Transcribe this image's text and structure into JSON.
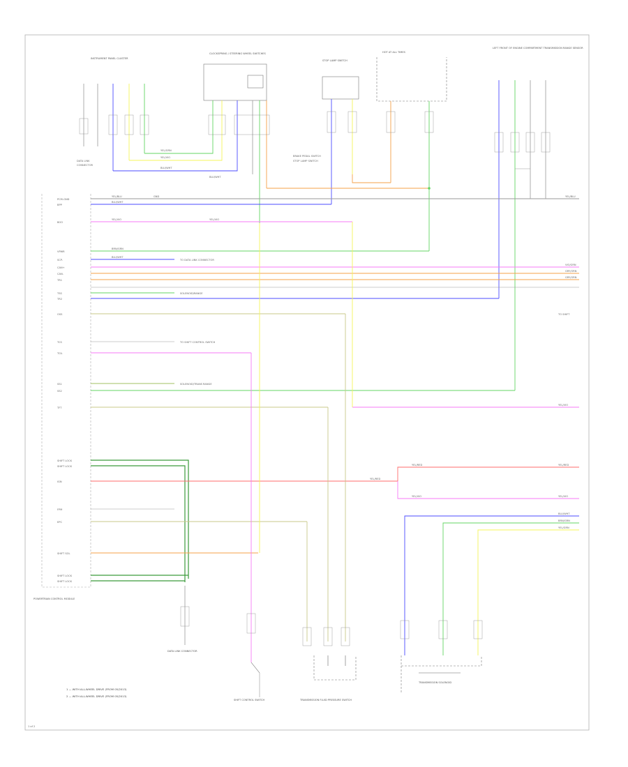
{
  "colors": {
    "gray": "#9a9a9a",
    "blue": "#4b4bff",
    "green": "#63d463",
    "yellow": "#f5f558",
    "pink": "#f77af7",
    "orange": "#f5a047",
    "red": "#ff6b6b",
    "tan": "#c9c88a",
    "olive": "#a0c060",
    "darkgreen": "#3a9a3a",
    "black": "#333333"
  },
  "components": {
    "top_left": "INSTRUMENT PANEL CLUSTER",
    "top_center_left": "CLOCKSPRING / STEERING WHEEL SWITCHES",
    "top_center": "STOP LAMP SWITCH",
    "top_center_right": "HOT AT ALL TIMES",
    "top_right": "LEFT FRONT OF ENGINE COMPARTMENT TRANSMISSION RANGE SENSOR",
    "left_module": "POWERTRAIN CONTROL MODULE",
    "bottom_left": "DATA LINK CONNECTOR",
    "bottom_center_left": "SHIFT CONTROL SWITCH",
    "bottom_center": "TRANSMISSION FLUID PRESSURE SWITCH",
    "bottom_right": "TRANSMISSION SOLENOID",
    "bottom_left_corner": "1 of 2"
  },
  "notes": [
    "1 — WITH ALL-WHEEL DRIVE (FROM 05/2013)",
    "2 — WITH ALL-WHEEL DRIVE (FROM 05/2013)"
  ]
}
